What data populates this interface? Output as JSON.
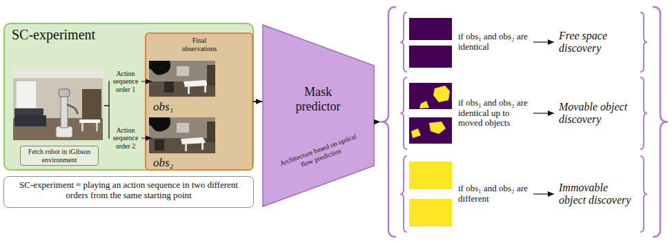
{
  "diagram": {
    "nodes": [
      {
        "text": [
          "SC-experiment"
        ]
      },
      {
        "text": [
          "Fetch robot in iGibson environment"
        ],
        "in": 0
      },
      {
        "text": [
          "Final observations"
        ],
        "in": 0
      },
      {
        "text": [
          "obs₁"
        ],
        "in": 2
      },
      {
        "text": [
          "obs₂"
        ],
        "in": 2
      },
      {
        "text": [
          "SC-experiment = playing an action sequence in two different orders from the same starting point"
        ]
      },
      {
        "text": [
          "Mask predictor",
          "Architecture based on optical flow prediction"
        ]
      }
    ],
    "edges": [
      {
        "from": 1,
        "to": 3,
        "arrow": "to",
        "label": "Action sequence order 1"
      },
      {
        "from": 1,
        "to": 4,
        "arrow": "to",
        "label": "Action sequence order 2"
      },
      {
        "from": 2,
        "to": 6,
        "arrow": "to"
      }
    ],
    "labels": [
      "if obs₁ and obs₂ are identical",
      "Free space discovery",
      "if obs₁ and obs₂ are identical up to moved objects",
      "Movable object discovery",
      "if obs₁ and obs₂ are different",
      "Immovable object discovery"
    ]
  }
}
